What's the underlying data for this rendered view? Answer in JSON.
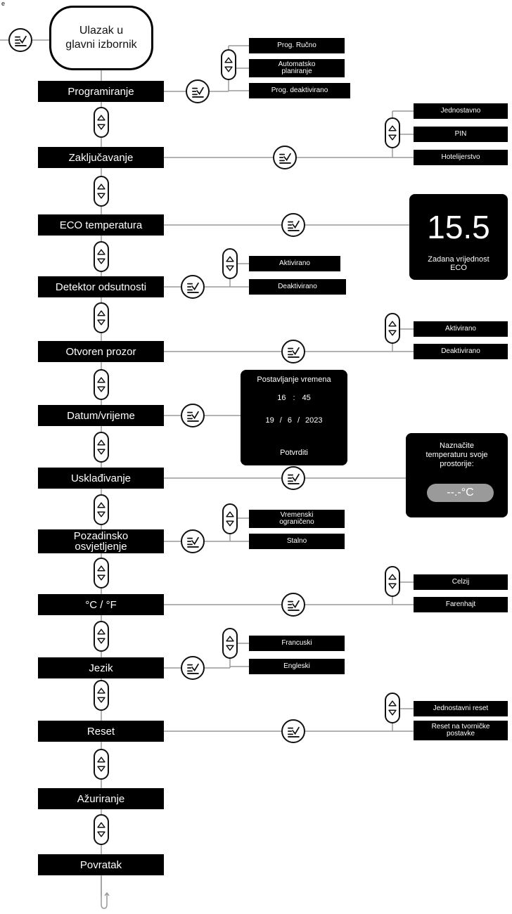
{
  "corner_mark": "e",
  "start": {
    "label_line1": "Ulazak u",
    "label_line2": "glavni izbornik"
  },
  "menu": {
    "programiranje": "Programiranje",
    "zakljucavanje": "Zaključavanje",
    "eco": "ECO temperatura",
    "detektor": "Detektor odsutnosti",
    "prozor": "Otvoren prozor",
    "datum": "Datum/vrijeme",
    "uskladivanje": "Usklađivanje",
    "pozadinsko_line1": "Pozadinsko",
    "pozadinsko_line2": "osvjetljenje",
    "jedinice": "°C / °F",
    "jezik": "Jezik",
    "reset": "Reset",
    "azuriranje": "Ažuriranje",
    "povratak": "Povratak"
  },
  "options": {
    "prog_rucno": "Prog. Ručno",
    "prog_auto_line1": "Automatsko",
    "prog_auto_line2": "planiranje",
    "prog_deakt": "Prog. deaktivirano",
    "zak_jednostavno": "Jednostavno",
    "zak_pin": "PIN",
    "zak_hotel": "Hotelijerstvo",
    "det_akt": "Aktivirano",
    "det_deakt": "Deaktivirano",
    "proz_akt": "Aktivirano",
    "proz_deakt": "Deaktivirano",
    "poz_vrem_line1": "Vremenski",
    "poz_vrem_line2": "ograničeno",
    "poz_stalno": "Stalno",
    "jed_celzij": "Celzij",
    "jed_farenhajt": "Farenhajt",
    "jez_francuski": "Francuski",
    "jez_engleski": "Engleski",
    "res_jednostavni": "Jednostavni reset",
    "res_tvornicke_line1": "Reset na tvorničke",
    "res_tvornicke_line2": "postavke"
  },
  "eco_screen": {
    "value": "15.5",
    "label_line1": "Zadana vrijednost",
    "label_line2": "ECO"
  },
  "datetime_screen": {
    "title": "Postavljanje vremena",
    "hour": "16",
    "time_sep": ":",
    "minute": "45",
    "day": "19",
    "month": "6",
    "year": "2023",
    "date_sep": "/",
    "confirm": "Potvrditi"
  },
  "calib_screen": {
    "line1": "Naznačite",
    "line2": "temperaturu svoje",
    "line3": "prostorije:",
    "value": "--.-°C"
  },
  "icons": {
    "enter": "enter-confirm-icon",
    "nav": "up-down-arrows-icon",
    "return": "return-arrow-icon"
  },
  "colors": {
    "box": "#000000",
    "line": "#999999",
    "text_on_dark": "#ffffff",
    "pill": "#9a9a9a"
  }
}
